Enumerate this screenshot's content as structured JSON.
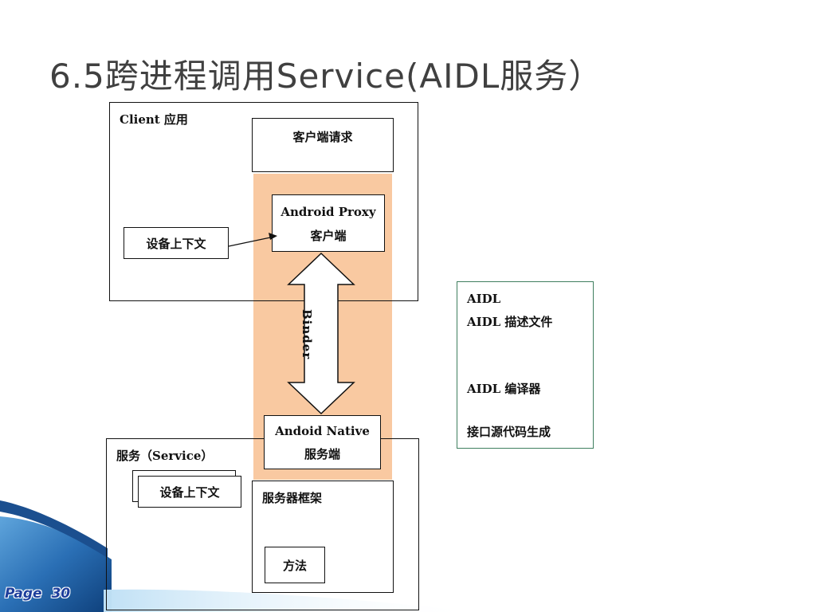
{
  "slide": {
    "title": "6.5跨进程调用Service(AIDL服务）",
    "page_prefix": "Page",
    "page_number": "30"
  },
  "diagram": {
    "client": {
      "label": "Client 应用",
      "request": "客户端请求",
      "context": "设备上下文",
      "proxy_line1": "Android Proxy",
      "proxy_line2": "客户端"
    },
    "binder": {
      "label": "Binder"
    },
    "service": {
      "label": "服务（Service）",
      "context": "设备上下文",
      "native_line1": "Andoid Native",
      "native_line2": "服务端",
      "framework": "服务器框架",
      "method": "方法"
    },
    "aidl": {
      "line1": "AIDL",
      "line2": "AIDL 描述文件",
      "line3": "AIDL 编译器",
      "line4": "接口源代码生成"
    }
  },
  "colors": {
    "binder_band": "#f9c9a1",
    "aidl_border": "#3f7f5f",
    "page_label": "#1d3e9c",
    "title": "#404040",
    "corner_wave": "#2a6fb5"
  }
}
